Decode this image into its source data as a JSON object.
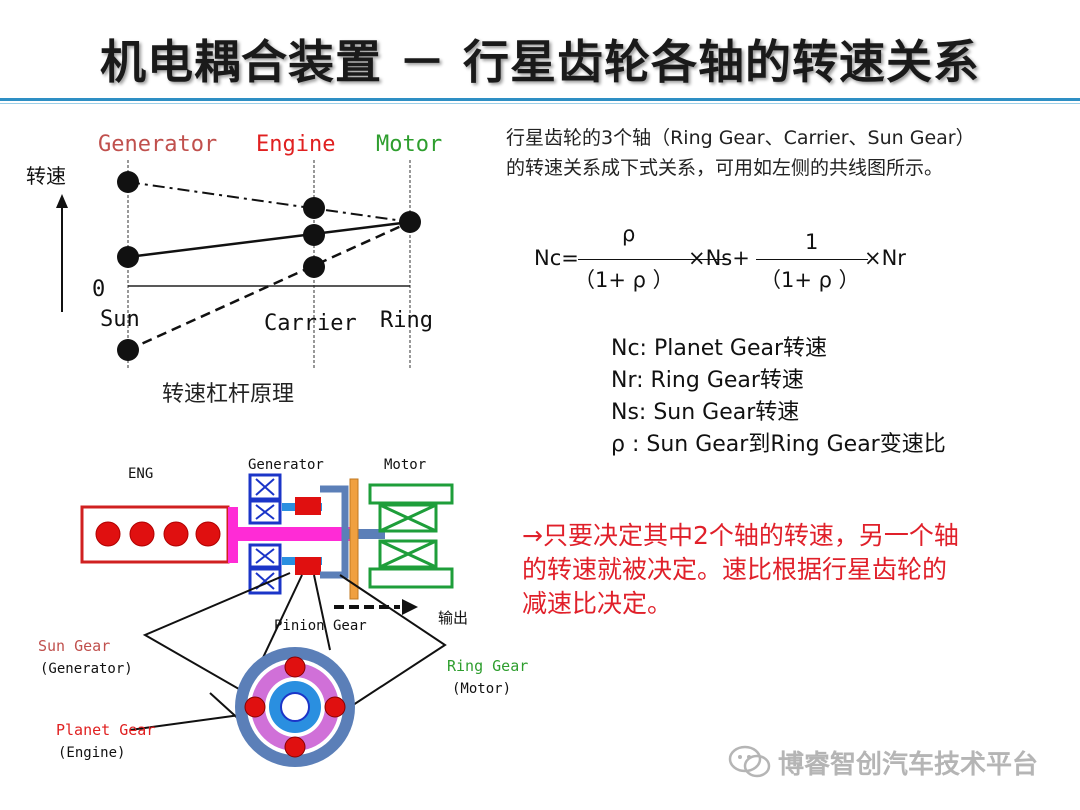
{
  "title": "机电耦合装置 － 行星齿轮各轴的转速关系",
  "lever_diagram": {
    "axis_labels": {
      "generator": "Generator",
      "engine": "Engine",
      "motor": "Motor"
    },
    "y_label": "转速",
    "zero_label": "0",
    "bottom_labels": {
      "sun": "Sun",
      "carrier": "Carrier",
      "ring": "Ring"
    },
    "caption": "转速杠杆原理",
    "colors": {
      "generator": "#c0504d",
      "engine": "#e02020",
      "motor": "#2e9e2e"
    }
  },
  "description": {
    "line1": "行星齿轮的3个轴（Ring Gear、Carrier、Sun Gear）",
    "line2": "的转速关系成下式关系，可用如左侧的共线图所示。"
  },
  "formula": {
    "lhs": "Nc=",
    "rho": "ρ",
    "denominator": "（1+ ρ ）",
    "times_ns": "×Ns+",
    "one": "1",
    "times_nr": "×Nr"
  },
  "legend": {
    "nc": "Nc:  Planet Gear转速",
    "nr": "Nr:  Ring Gear转速",
    "ns": "Ns:  Sun Gear转速",
    "rho": "ρ :  Sun Gear到Ring Gear变速比"
  },
  "note": {
    "line1": "→只要决定其中2个轴的转速，另一个轴",
    "line2": "的转速就被决定。速比根据行星齿轮的",
    "line3": "减速比决定。"
  },
  "mech_diagram": {
    "eng": "ENG",
    "generator": "Generator",
    "motor": "Motor",
    "output": "输出",
    "pinion": "Pinion Gear",
    "sun_gear": "Sun Gear",
    "sun_gear_sub": "(Generator)",
    "ring_gear": "Ring Gear",
    "ring_gear_sub": "(Motor)",
    "planet_gear": "Planet Gear",
    "planet_gear_sub": "(Engine)"
  },
  "watermark": "博睿智创汽车技术平台"
}
